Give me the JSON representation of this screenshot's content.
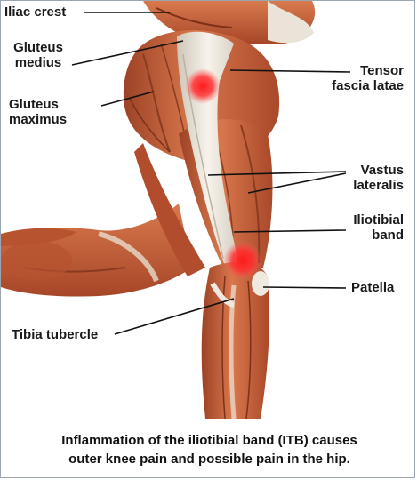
{
  "labels": {
    "iliac_crest": "Iliac crest",
    "gluteus_medius": [
      "Gluteus",
      "medius"
    ],
    "gluteus_maximus": [
      "Gluteus",
      "maximus"
    ],
    "tensor_fascia_latae": [
      "Tensor",
      "fascia latae"
    ],
    "vastus_lateralis": [
      "Vastus",
      "lateralis"
    ],
    "iliotibial_band": [
      "Iliotibial",
      "band"
    ],
    "patella": "Patella",
    "tibia_tubercle": "Tibia tubercle"
  },
  "caption": [
    "Inflammation of the iliotibial band (ITB) causes",
    "outer knee pain and possible pain in the hip."
  ],
  "colors": {
    "muscle": "#c8603a",
    "muscle_dark": "#8e3a1f",
    "tendon": "#ece6dc",
    "inflammation": "#ff2a2a",
    "leader_line": "#111111"
  }
}
